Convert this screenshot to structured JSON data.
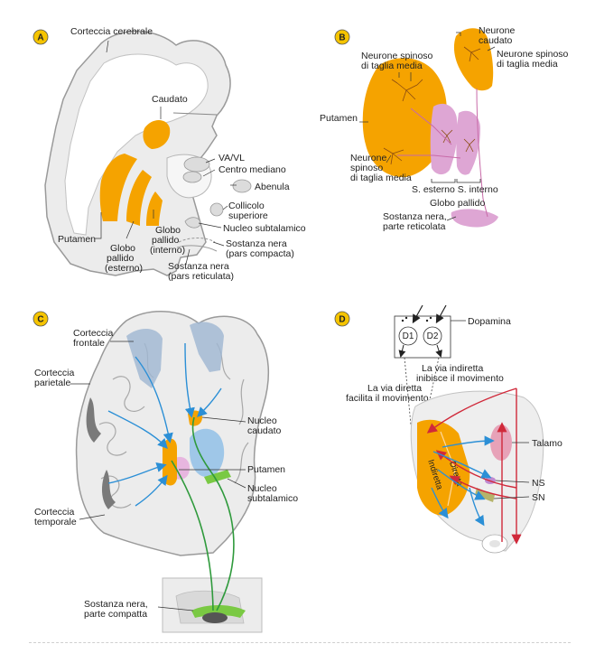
{
  "panels": {
    "a": {
      "letter": "A",
      "labels": {
        "cortex": "Corteccia cerebrale",
        "caudate": "Caudato",
        "vavl": "VA/VL",
        "centromedian": "Centro mediano",
        "habenula": "Abenula",
        "colliculus_1": "Collicolo",
        "colliculus_2": "superiore",
        "subthalamic": "Nucleo subtalamico",
        "putamen": "Putamen",
        "gp_int_1": "Globo",
        "gp_int_2": "pallido",
        "gp_int_3": "(interno)",
        "gp_ext_1": "Globo",
        "gp_ext_2": "pallido",
        "gp_ext_3": "(esterno)",
        "snc_1": "Sostanza nera",
        "snc_2": "(pars compacta)",
        "snr_1": "Sostanza nera",
        "snr_2": "(pars reticulata)"
      }
    },
    "b": {
      "letter": "B",
      "labels": {
        "caudate_neuron_1": "Neurone",
        "caudate_neuron_2": "caudato",
        "msn_top_1": "Neurone spinoso",
        "msn_top_2": "di taglia media",
        "msn_right_1": "Neurone spinoso",
        "msn_right_2": "di taglia media",
        "putamen": "Putamen",
        "msn_bottom_1": "Neurone",
        "msn_bottom_2": "spinoso",
        "msn_bottom_3": "di taglia media",
        "gp_segments": "S. esterno  S. interno",
        "gp": "Globo pallido",
        "snr_1": "Sostanza nera,",
        "snr_2": "parte reticolata"
      }
    },
    "c": {
      "letter": "C",
      "labels": {
        "frontal_1": "Corteccia",
        "frontal_2": "frontale",
        "parietal_1": "Corteccia",
        "parietal_2": "parietale",
        "caudate_1": "Nucleo",
        "caudate_2": "caudato",
        "putamen": "Putamen",
        "subthalamic_1": "Nucleo",
        "subthalamic_2": "subtalamico",
        "temporal_1": "Corteccia",
        "temporal_2": "temporale",
        "snc_1": "Sostanza nera,",
        "snc_2": "parte compatta"
      }
    },
    "d": {
      "letter": "D",
      "labels": {
        "d1": "D1",
        "d2": "D2",
        "dopamine": "Dopamina",
        "indirect_1": "La via indiretta",
        "indirect_2": "inibisce il movimento",
        "direct_1": "La via diretta",
        "direct_2": "facilita il movimento",
        "thalamus": "Talamo",
        "ns": "NS",
        "sn": "SN",
        "direct_tag": "Diretta",
        "indirect_tag": "Indiretta"
      }
    }
  },
  "colors": {
    "striatum": "#f5a300",
    "pallidum_pink": "#dea6d4",
    "brain_fill": "#ececec",
    "brain_stroke": "#9a9a9a",
    "pathway_blue": "#2b8fd6",
    "pathway_green": "#2f9a3c",
    "pathway_red": "#d0293a",
    "letter_badge": "#f5c400",
    "cortex_blue": "#9fb6d2"
  }
}
